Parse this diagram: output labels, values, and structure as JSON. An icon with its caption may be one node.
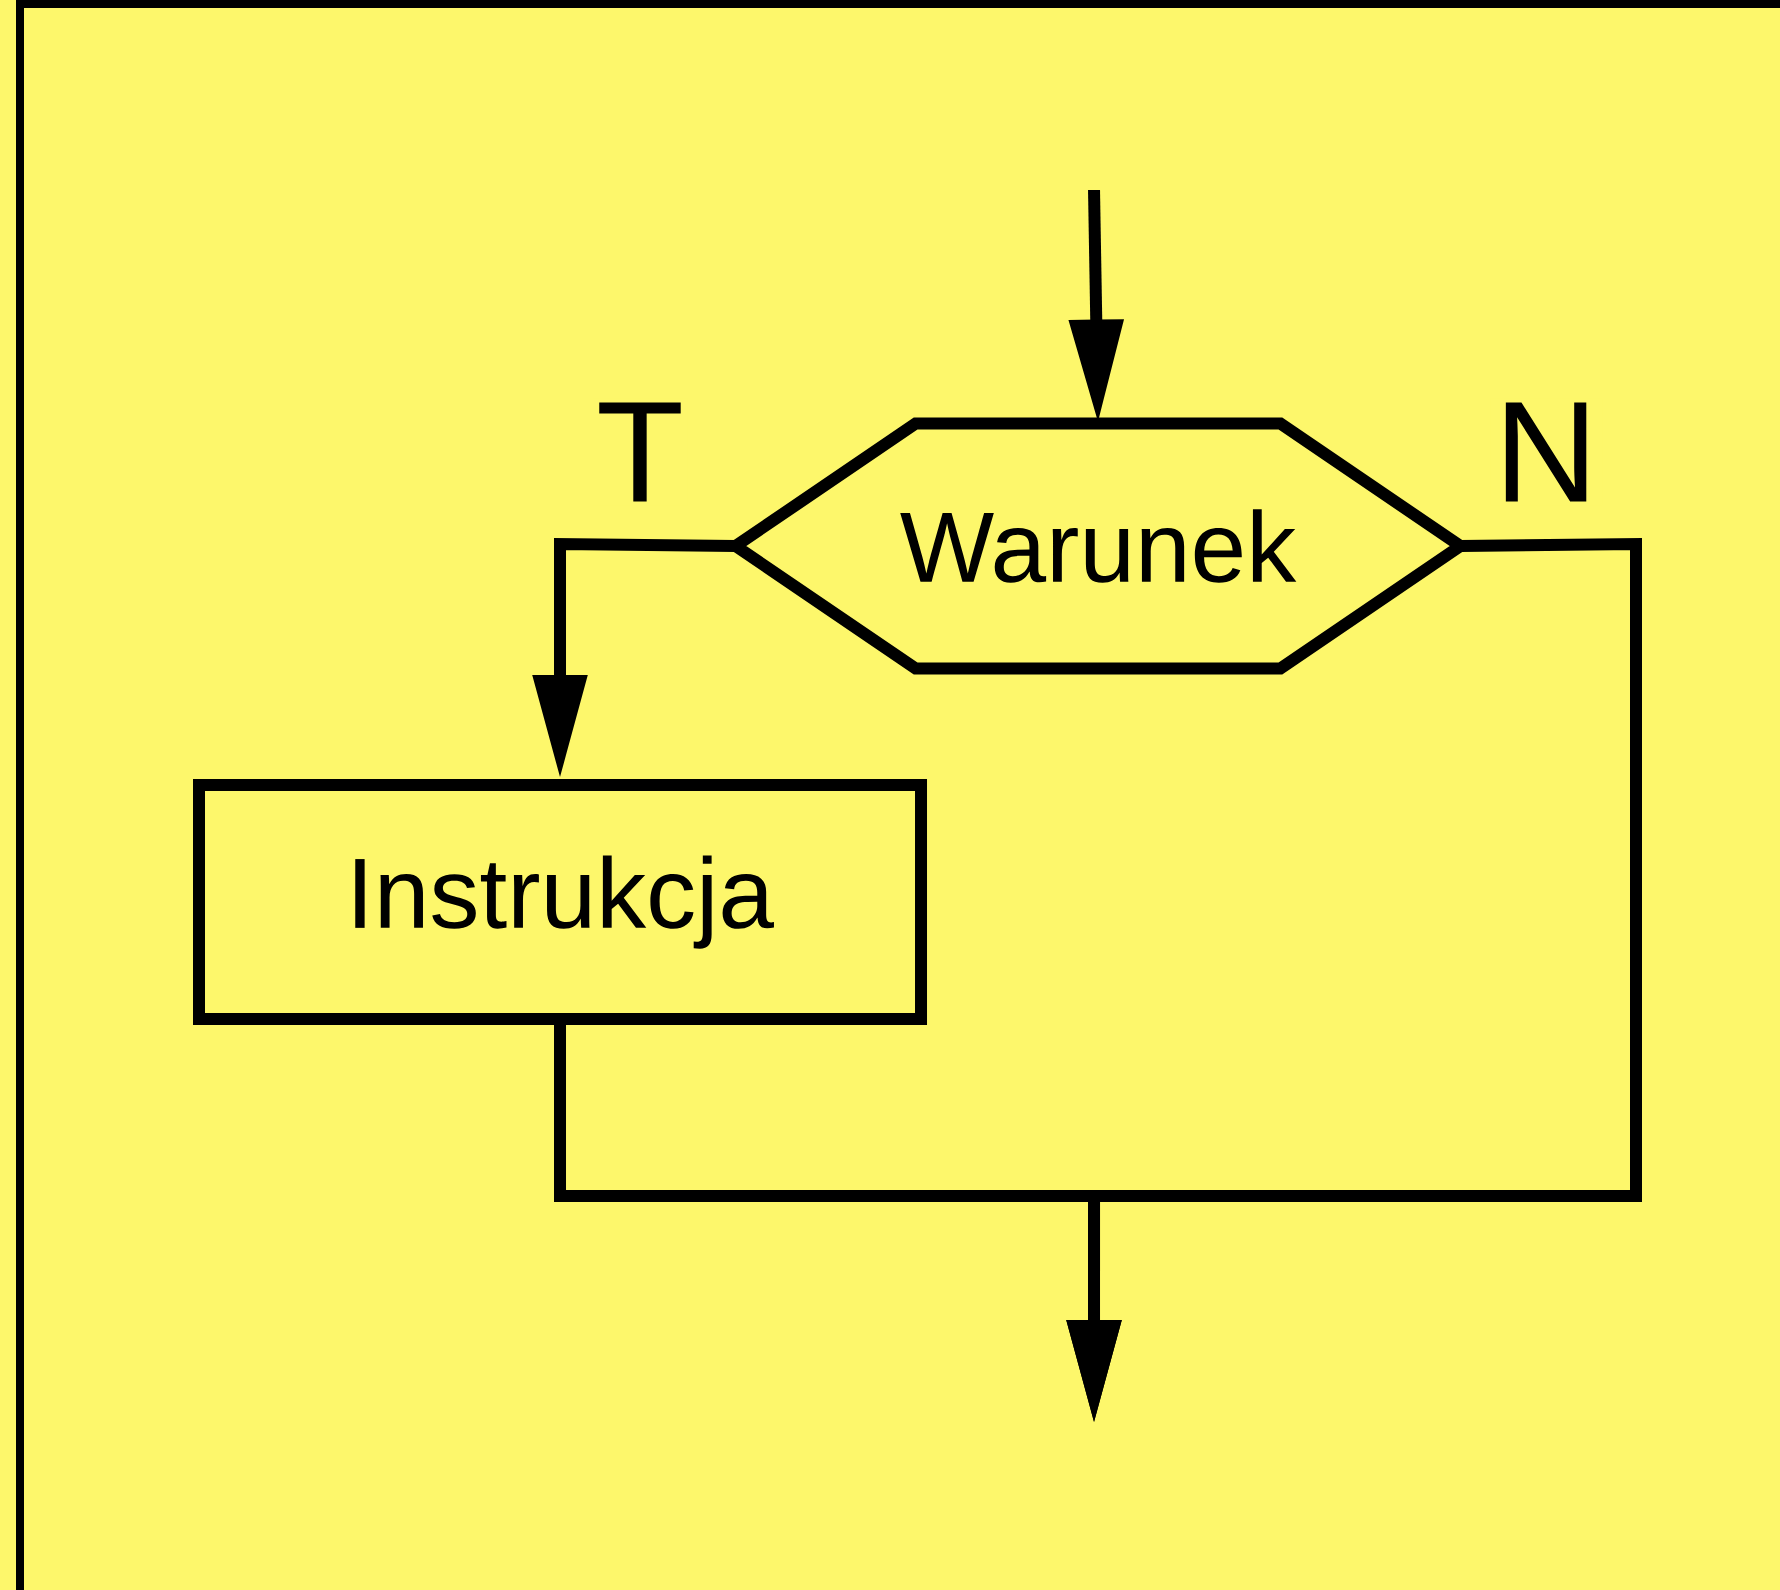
{
  "diagram": {
    "nodes": [
      {
        "text": [
          "Warunek"
        ]
      },
      {
        "text": [
          "Instrukcja"
        ]
      }
    ],
    "edges": [
      {
        "from": null,
        "to": 0,
        "arrow": "to"
      },
      {
        "from": 0,
        "to": 1,
        "arrow": "to",
        "label": "T"
      },
      {
        "from": 1,
        "to": null,
        "arrow": "to"
      },
      {
        "from": 0,
        "to": null,
        "arrow": "to",
        "label": "N"
      }
    ]
  }
}
